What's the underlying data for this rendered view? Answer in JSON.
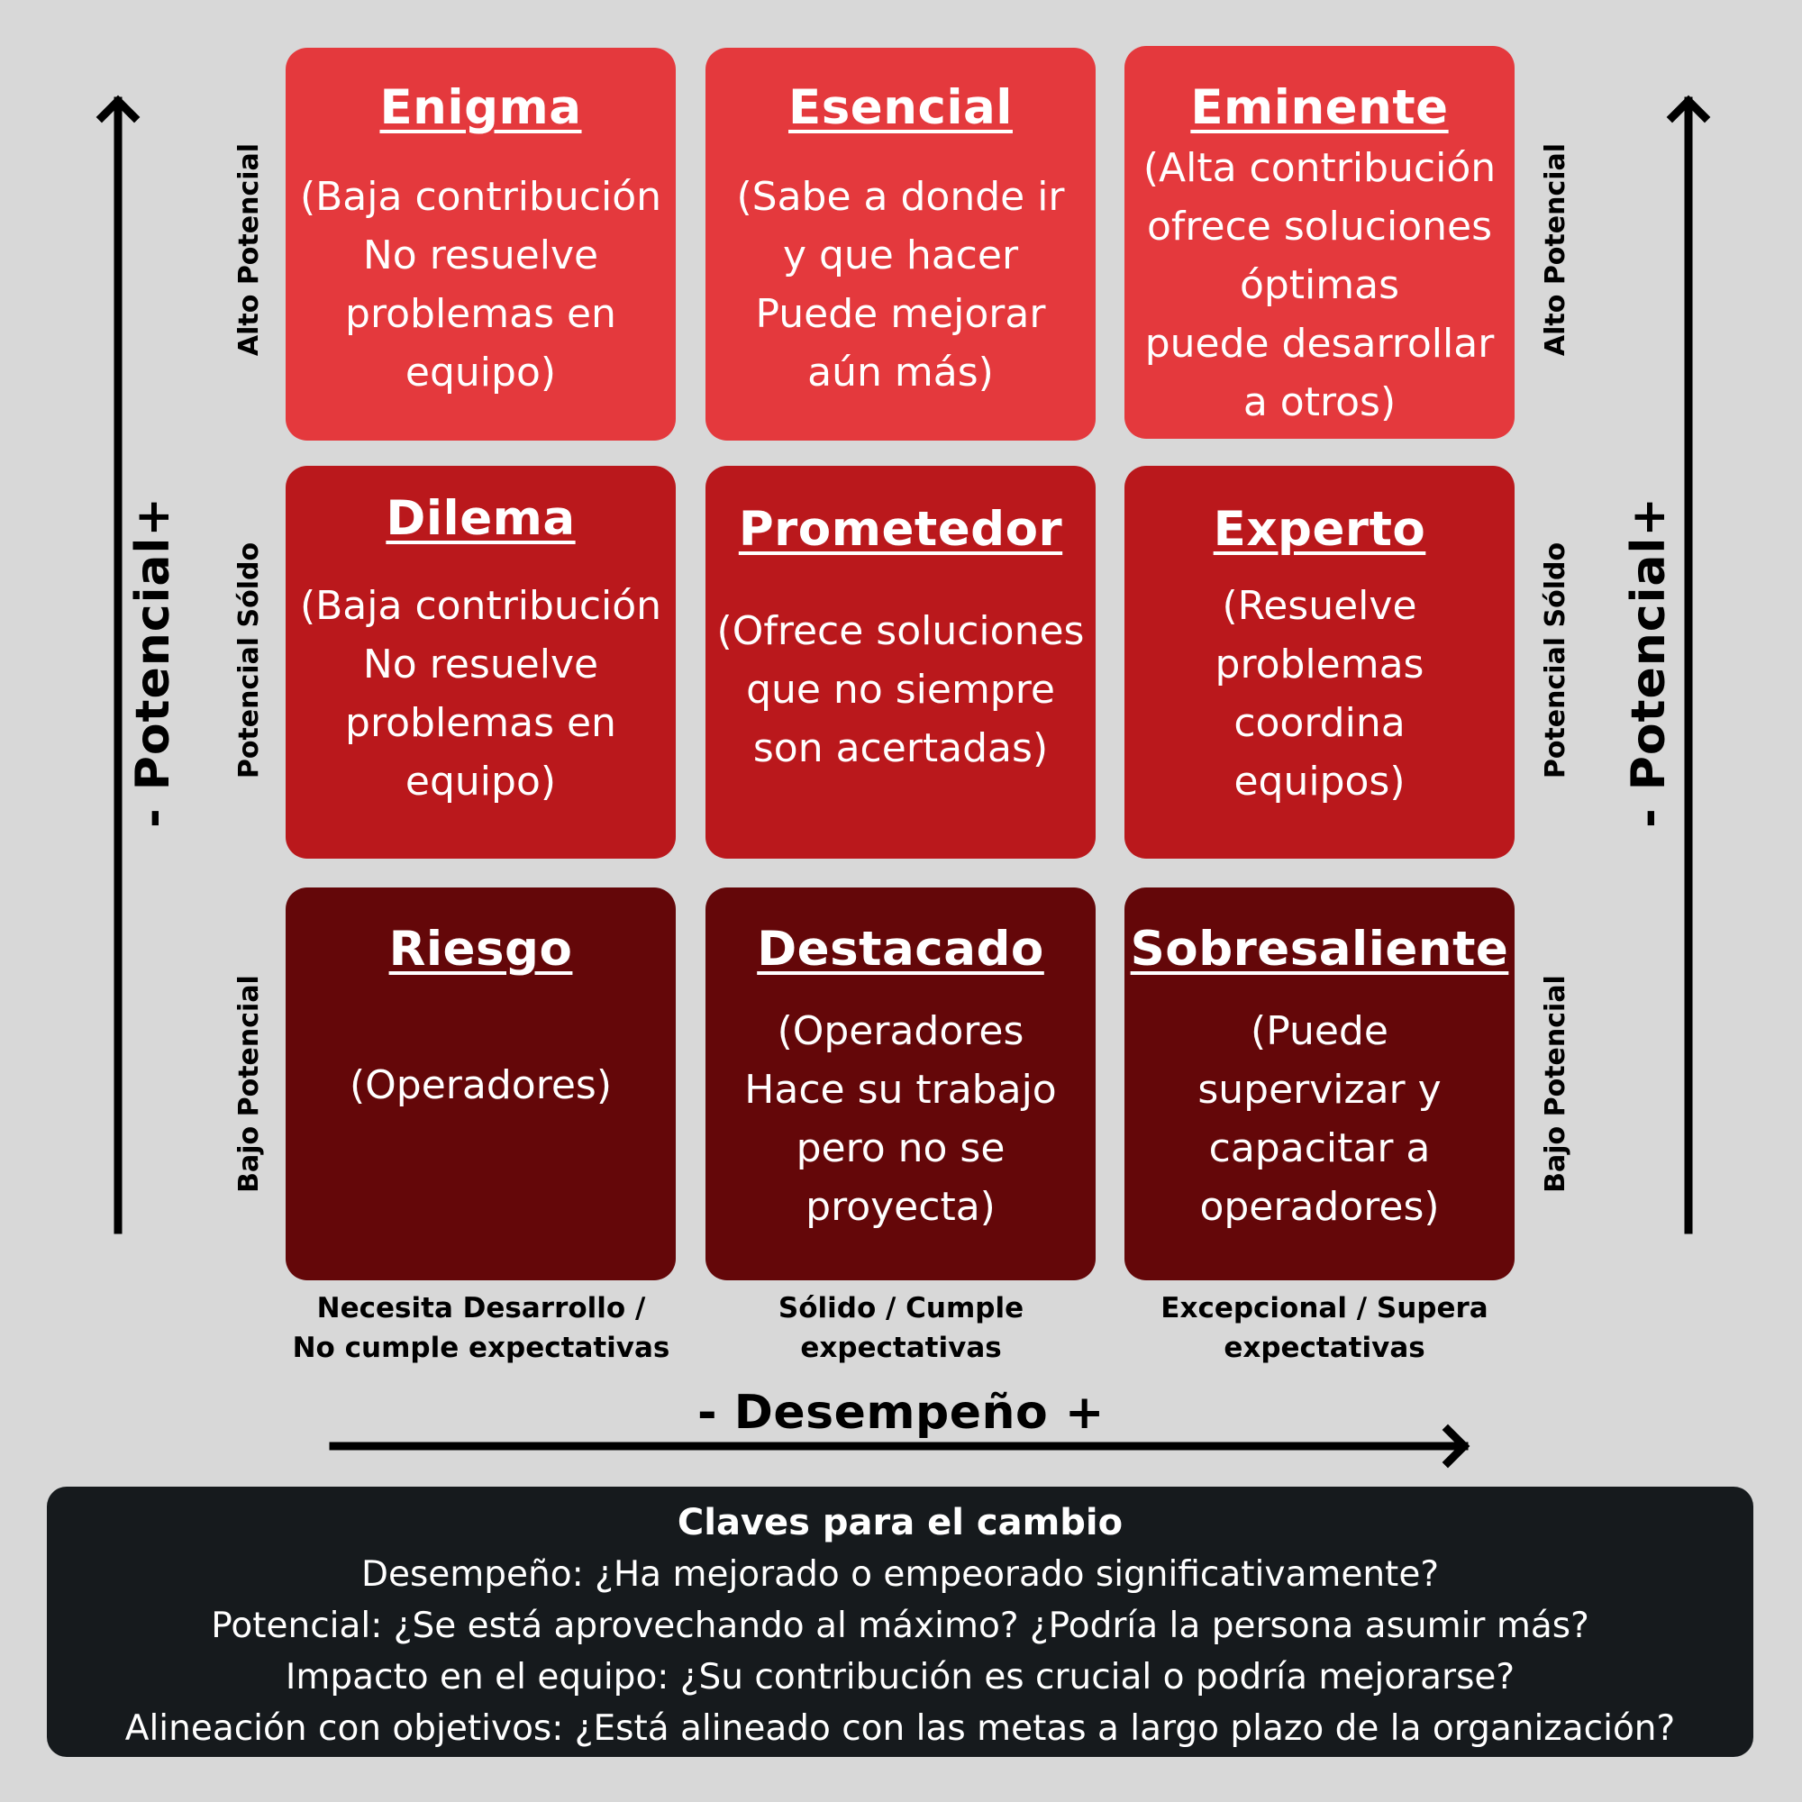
{
  "colors": {
    "background": "#d8d8d8",
    "row_alto": "#e4393d",
    "row_solido": "#ba181c",
    "row_bajo": "#640709",
    "keys_panel": "#161a1d"
  },
  "cells": {
    "enigma": {
      "title": "Enigma",
      "desc": "(Baja contribución\nNo resuelve\nproblemas en\nequipo)"
    },
    "esencial": {
      "title": "Esencial",
      "desc": "(Sabe a donde ir\ny que hacer\nPuede mejorar\naún más)"
    },
    "eminente": {
      "title": "Eminente",
      "desc": "(Alta contribución\nofrece soluciones\nóptimas\npuede desarrollar\na otros)"
    },
    "dilema": {
      "title": "Dilema",
      "desc": "(Baja contribución\nNo resuelve\nproblemas en\nequipo)"
    },
    "prometedor": {
      "title": "Prometedor",
      "desc": "(Ofrece soluciones\nque no siempre\nson acertadas)"
    },
    "experto": {
      "title": "Experto",
      "desc": "(Resuelve\nproblemas\ncoordina\nequipos)"
    },
    "riesgo": {
      "title": "Riesgo",
      "desc": "(Operadores)"
    },
    "destacado": {
      "title": "Destacado",
      "desc": "(Operadores\nHace su trabajo\npero no se\nproyecta)"
    },
    "sobresaliente": {
      "title": "Sobresaliente",
      "desc": "(Puede\nsupervizar y\ncapacitar a\noperadores)"
    }
  },
  "row_labels": {
    "alto": "Alto Potencial",
    "solido": "Potencial Sóldo",
    "bajo": "Bajo Potencial"
  },
  "col_labels": {
    "necesita": "Necesita Desarrollo /\nNo cumple expectativas",
    "solido": "Sólido / Cumple\nexpectativas",
    "excepcional": "Excepcional / Supera\nexpectativas"
  },
  "axes": {
    "y_title": "- Potencial+",
    "x_title": "- Desempeño +"
  },
  "keys": {
    "title": "Claves para el cambio",
    "lines": [
      "Desempeño: ¿Ha mejorado o empeorado significativamente?",
      "Potencial: ¿Se está aprovechando al máximo? ¿Podría la persona asumir más?",
      "Impacto en el equipo: ¿Su contribución es crucial o podría mejorarse?",
      "Alineación con objetivos: ¿Está alineado con las metas a largo plazo de la organización?"
    ]
  }
}
